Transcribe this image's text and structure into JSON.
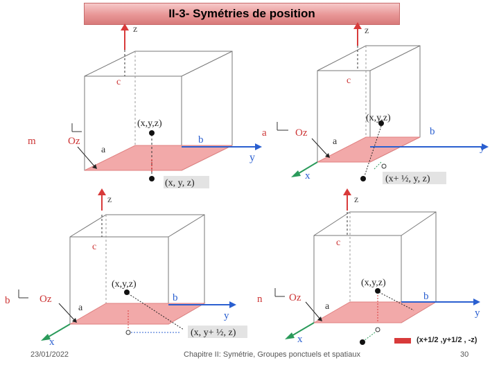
{
  "title": "II-3- Symétries de position",
  "footer": {
    "date": "23/01/2022",
    "chapter": "Chapitre II: Symétrie, Groupes ponctuels et spatiaux",
    "page": "30"
  },
  "axes": {
    "z": "z",
    "y": "y",
    "x": "x",
    "a": "a",
    "b": "b",
    "c": "c"
  },
  "origin_point": "(x,y,z)",
  "panels": [
    {
      "element": "m",
      "axis": "Oz",
      "image": "(x, y, z)"
    },
    {
      "element": "a",
      "axis": "Oz",
      "image": "(x+ ½, y, z)"
    },
    {
      "element": "b",
      "axis": "Oz",
      "image": "(x, y+ ½, z)"
    },
    {
      "element": "n",
      "axis": "Oz",
      "image": "(x+1/2 ,y+1/2 , -z)"
    }
  ],
  "colors": {
    "axis_blue": "#2a5fd0",
    "z_red": "#d83a3a",
    "x_green": "#2a9a5a",
    "plane_pink": "#f2a9a9",
    "title_pink": "#e89696"
  }
}
